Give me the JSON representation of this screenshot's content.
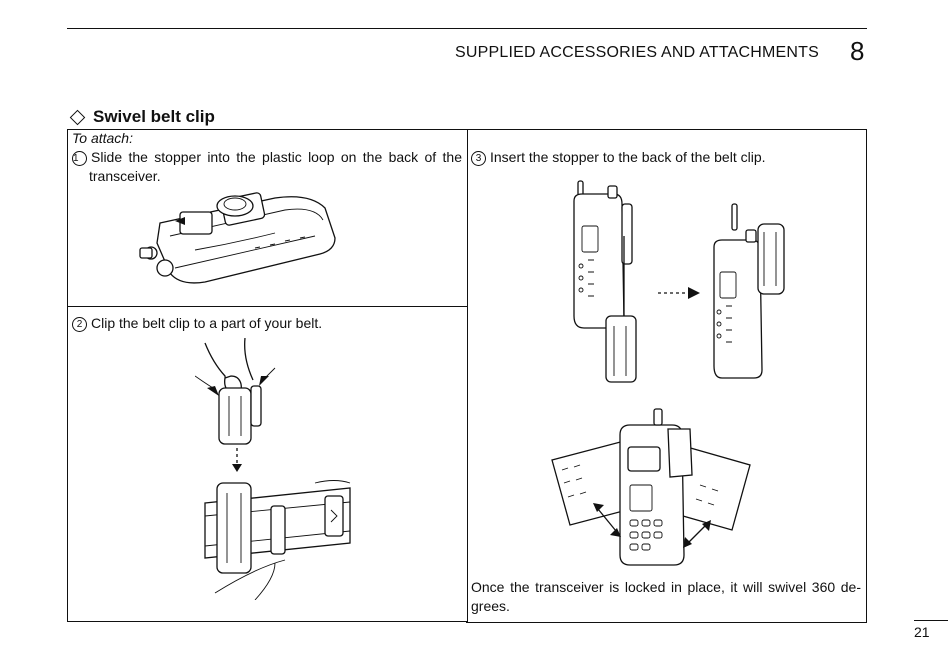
{
  "header": {
    "title": "SUPPLIED ACCESSORIES AND ATTACHMENTS",
    "chapter": "8"
  },
  "section": {
    "title": "Swivel belt clip"
  },
  "steps": {
    "intro": "To attach:",
    "step1": {
      "num": "1",
      "text_line1": "Slide the stopper into the plastic loop on the back of the",
      "text_line2": "transceiver."
    },
    "step2": {
      "num": "2",
      "text": "Clip the belt clip to a part of your belt."
    },
    "step3": {
      "num": "3",
      "text": "Insert the stopper to the back of the belt clip."
    },
    "note_line1": "Once the transceiver is locked in place, it will swivel 360 de-",
    "note_line2": "grees."
  },
  "footer": {
    "page_number": "21"
  }
}
